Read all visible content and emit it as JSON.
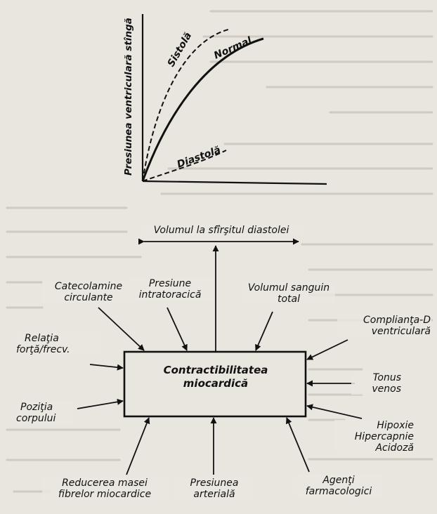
{
  "graph": {
    "y_axis_label": "Presiunea ventriculară stîngă",
    "curves": [
      {
        "label": "Sistolă",
        "style": "dashed"
      },
      {
        "label": "Normal",
        "style": "solid"
      },
      {
        "label": "Diastolă",
        "style": "dashed"
      }
    ]
  },
  "diagram": {
    "top_label": "Volumul la sfîrşitul diastolei",
    "center": {
      "line1": "Contractibilitatea",
      "line2": "miocardică"
    },
    "factors": {
      "catecolamine": [
        "Catecolamine",
        "circulante"
      ],
      "presiune_intratoracica": [
        "Presiune",
        "intratoracică"
      ],
      "volum_sanguin": [
        "Volumul sanguin",
        "total"
      ],
      "complianta": [
        "Complianţa-D",
        "ventriculară"
      ],
      "relatia": [
        "Relaţia",
        "forţă/frecv."
      ],
      "tonus": [
        "Tonus",
        "venos"
      ],
      "pozitia": [
        "Poziţia",
        "corpului"
      ],
      "hipoxie": [
        "Hipoxie",
        "Hipercapnie",
        "Acidoză"
      ],
      "reducerea": [
        "Reducerea masei",
        "fibrelor miocardice"
      ],
      "presiunea_arteriala": [
        "Presiunea",
        "arterială"
      ],
      "agenti": [
        "Agenţi",
        "farmacologici"
      ]
    }
  }
}
